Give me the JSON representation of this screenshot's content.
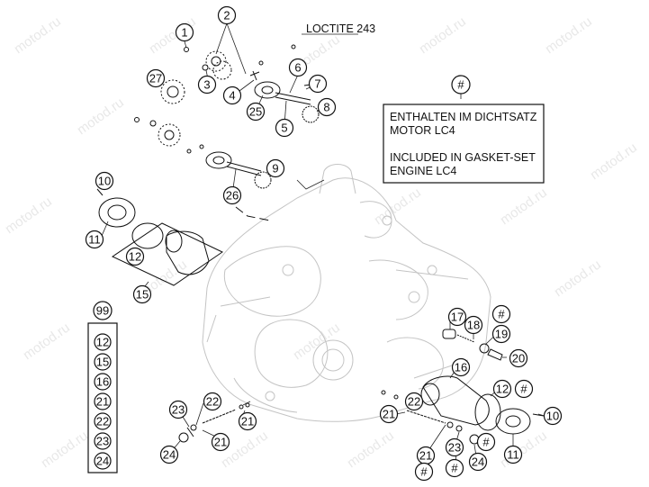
{
  "watermark": "motod.ru",
  "loctite_label": "LOCTITE 243",
  "note_box": {
    "callout": "#",
    "lines": [
      "ENTHALTEN IM DICHTSATZ",
      "MOTOR LC4",
      "",
      "INCLUDED IN GASKET-SET",
      "ENGINE LC4"
    ]
  },
  "kit_list": {
    "header": "99",
    "items": [
      "12",
      "15",
      "16",
      "21",
      "22",
      "23",
      "24"
    ]
  },
  "callouts": [
    {
      "id": "c1",
      "label": "1"
    },
    {
      "id": "c2",
      "label": "2"
    },
    {
      "id": "c3",
      "label": "3"
    },
    {
      "id": "c4",
      "label": "4"
    },
    {
      "id": "c5",
      "label": "5"
    },
    {
      "id": "c6",
      "label": "6"
    },
    {
      "id": "c7",
      "label": "7"
    },
    {
      "id": "c8",
      "label": "8"
    },
    {
      "id": "c9",
      "label": "9"
    },
    {
      "id": "c10a",
      "label": "10"
    },
    {
      "id": "c11a",
      "label": "11"
    },
    {
      "id": "c12a",
      "label": "12"
    },
    {
      "id": "c15",
      "label": "15"
    },
    {
      "id": "c25",
      "label": "25"
    },
    {
      "id": "c26",
      "label": "26"
    },
    {
      "id": "c27",
      "label": "27"
    },
    {
      "id": "c17",
      "label": "17"
    },
    {
      "id": "c18",
      "label": "18"
    },
    {
      "id": "c19h",
      "label": "#"
    },
    {
      "id": "c19",
      "label": "19"
    },
    {
      "id": "c20",
      "label": "20"
    },
    {
      "id": "c16",
      "label": "16"
    },
    {
      "id": "c12b",
      "label": "12"
    },
    {
      "id": "c12bh",
      "label": "#"
    },
    {
      "id": "c10b",
      "label": "10"
    },
    {
      "id": "c11b",
      "label": "11"
    },
    {
      "id": "c21a",
      "label": "21"
    },
    {
      "id": "c21b",
      "label": "21"
    },
    {
      "id": "c21c",
      "label": "21"
    },
    {
      "id": "c21d",
      "label": "21"
    },
    {
      "id": "c22a",
      "label": "22"
    },
    {
      "id": "c22b",
      "label": "22"
    },
    {
      "id": "c23a",
      "label": "23"
    },
    {
      "id": "c23b",
      "label": "23"
    },
    {
      "id": "c24a",
      "label": "24"
    },
    {
      "id": "c24b",
      "label": "24"
    },
    {
      "id": "cH1",
      "label": "#"
    },
    {
      "id": "cH2",
      "label": "#"
    },
    {
      "id": "cH3",
      "label": "#"
    }
  ]
}
